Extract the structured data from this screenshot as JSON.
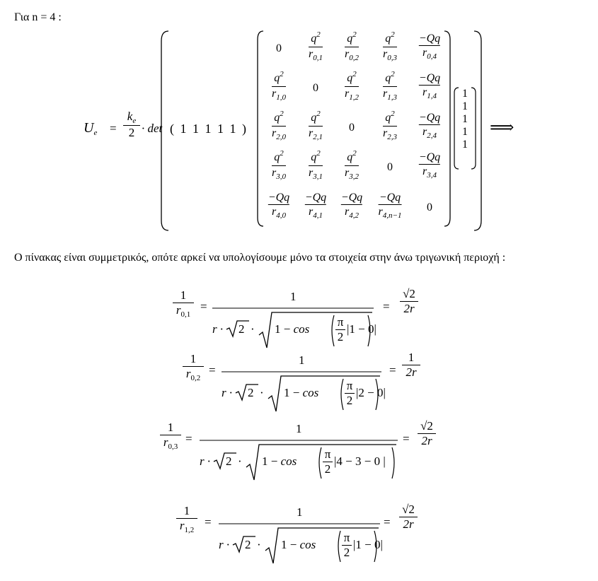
{
  "intro": "Για n = 4 :",
  "note": "Ο πίνακας είναι συμμετρικός, οπότε αρκεί να υπολογίσουμε μόνο τα στοιχεία στην άνω τριγωνική περιοχή :",
  "energy": {
    "lhs": "U",
    "lhs_sub": "e",
    "equals": "=",
    "coef_num": "k",
    "coef_num_sub": "e",
    "coef_den": "2",
    "det": "· det",
    "row_vector": "( 1  1  1  1  1 )",
    "col_vector": [
      "1",
      "1",
      "1",
      "1",
      "1"
    ],
    "implies": "⟹",
    "matrix": [
      [
        "0",
        "q2/r0,1",
        "q2/r0,2",
        "q2/r0,3",
        "-Qq/r0,4"
      ],
      [
        "q2/r1,0",
        "0",
        "q2/r1,2",
        "q2/r1,3",
        "-Qq/r1,4"
      ],
      [
        "q2/r2,0",
        "q2/r2,1",
        "0",
        "q2/r2,3",
        "-Qq/r2,4"
      ],
      [
        "q2/r3,0",
        "q2/r3,1",
        "q2/r3,2",
        "0",
        "-Qq/r3,4"
      ],
      [
        "-Qq/r4,0",
        "-Qq/r4,1",
        "-Qq/r4,2",
        "-Qq/r4,n−1",
        "0"
      ]
    ]
  },
  "equations": [
    {
      "lhs_num": "1",
      "lhs_den": "r",
      "lhs_sub": "0,1",
      "mid_num": "1",
      "mid_den_pre": "r · ",
      "sqrt2": "2",
      "mid_den_in": "1 − cos",
      "pi": "π",
      "two": "2",
      "abs": "|1 − 0|",
      "res_num": "√2",
      "res_den": "2r"
    },
    {
      "lhs_num": "1",
      "lhs_den": "r",
      "lhs_sub": "0,2",
      "mid_num": "1",
      "mid_den_pre": "r · ",
      "sqrt2": "2",
      "mid_den_in": "1 − cos",
      "pi": "π",
      "two": "2",
      "abs": "|2 − 0|",
      "res_num": "1",
      "res_den": "2r"
    },
    {
      "lhs_num": "1",
      "lhs_den": "r",
      "lhs_sub": "0,3",
      "mid_num": "1",
      "mid_den_pre": "r · ",
      "sqrt2": "2",
      "mid_den_in": "1 − cos",
      "pi": "π",
      "two": "2",
      "abs": "|4 − 3 − 0 |",
      "res_num": "√2",
      "res_den": "2r"
    },
    {
      "lhs_num": "1",
      "lhs_den": "r",
      "lhs_sub": "1,2",
      "mid_num": "1",
      "mid_den_pre": "r · ",
      "sqrt2": "2",
      "mid_den_in": "1 − cos",
      "pi": "π",
      "two": "2",
      "abs": "|1 − 0|",
      "res_num": "√2",
      "res_den": "2r"
    }
  ]
}
